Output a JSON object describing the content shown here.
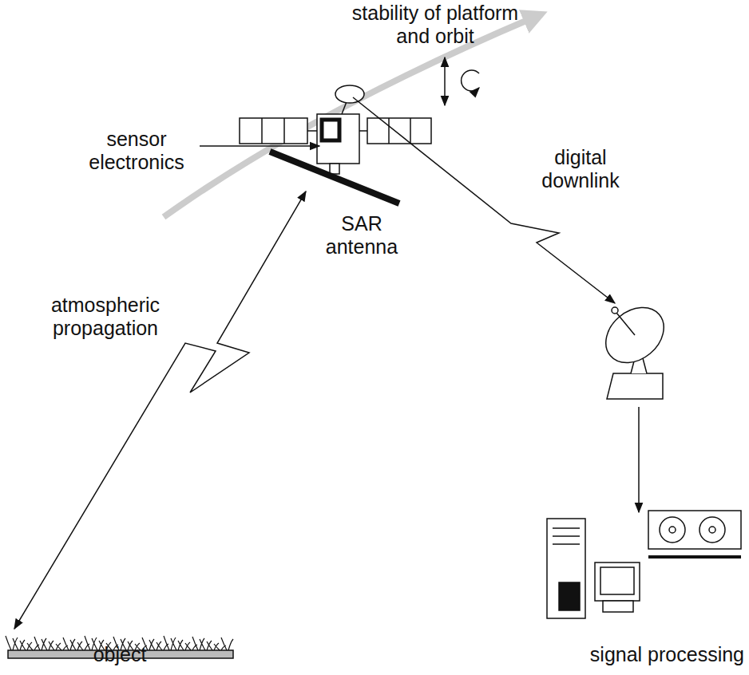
{
  "diagram": {
    "labels": [
      "stability of platform and orbit",
      "sensor electronics",
      "digital downlink",
      "SAR antenna",
      "atmospheric propagation",
      "object",
      "signal processing"
    ]
  }
}
